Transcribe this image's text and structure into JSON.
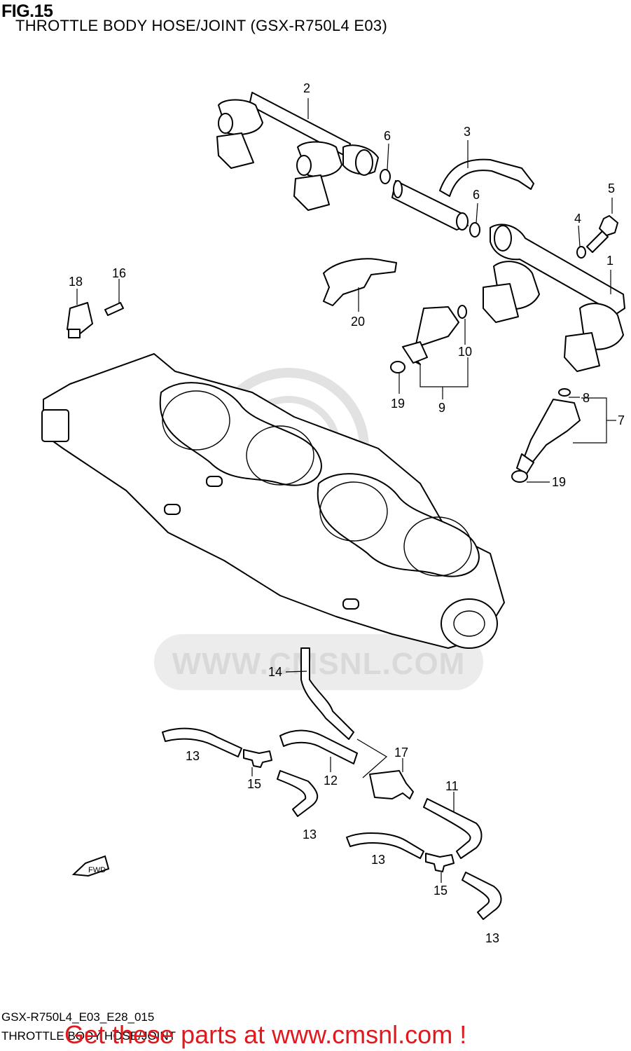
{
  "header": {
    "figure": "FIG.15",
    "title": "THROTTLE BODY HOSE/JOINT (GSX-R750L4 E03)"
  },
  "watermark": {
    "text": "WWW.CMSNL.COM",
    "color": "#d9d9d9"
  },
  "callouts": [
    "1",
    "2",
    "3",
    "4",
    "5",
    "6",
    "6",
    "7",
    "8",
    "9",
    "10",
    "11",
    "12",
    "13",
    "13",
    "13",
    "13",
    "14",
    "15",
    "15",
    "16",
    "17",
    "18",
    "19",
    "19",
    "20"
  ],
  "fwd_marker": "FWD",
  "footer": {
    "code": "GSX-R750L4_E03_E28_015",
    "name": "THROTTLE BODY HOSE/JOINT"
  },
  "promo": {
    "text": "Get these parts at www.cmsnl.com !",
    "color": "#e0191e"
  }
}
